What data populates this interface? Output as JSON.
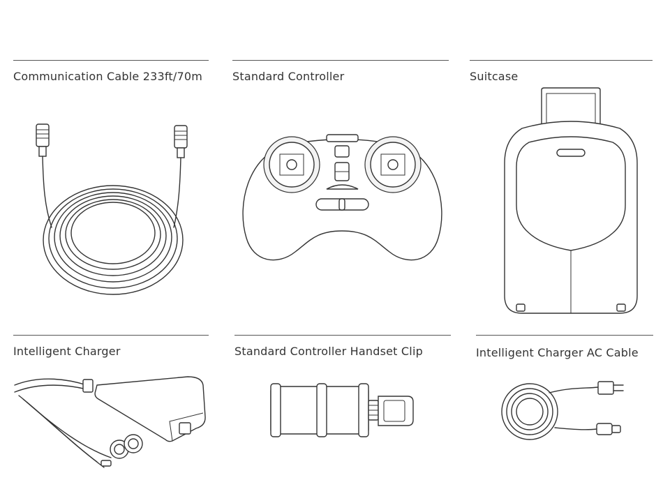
{
  "items": [
    {
      "label": "Communication Cable 233ft/70m",
      "icon": "communication-cable-icon"
    },
    {
      "label": "Standard Controller",
      "icon": "standard-controller-icon"
    },
    {
      "label": "Suitcase",
      "icon": "suitcase-icon"
    },
    {
      "label": "Intelligent Charger",
      "icon": "intelligent-charger-icon"
    },
    {
      "label": "Standard Controller Handset Clip",
      "icon": "handset-clip-icon"
    },
    {
      "label": "Intelligent Charger AC Cable",
      "icon": "ac-cable-icon"
    }
  ]
}
